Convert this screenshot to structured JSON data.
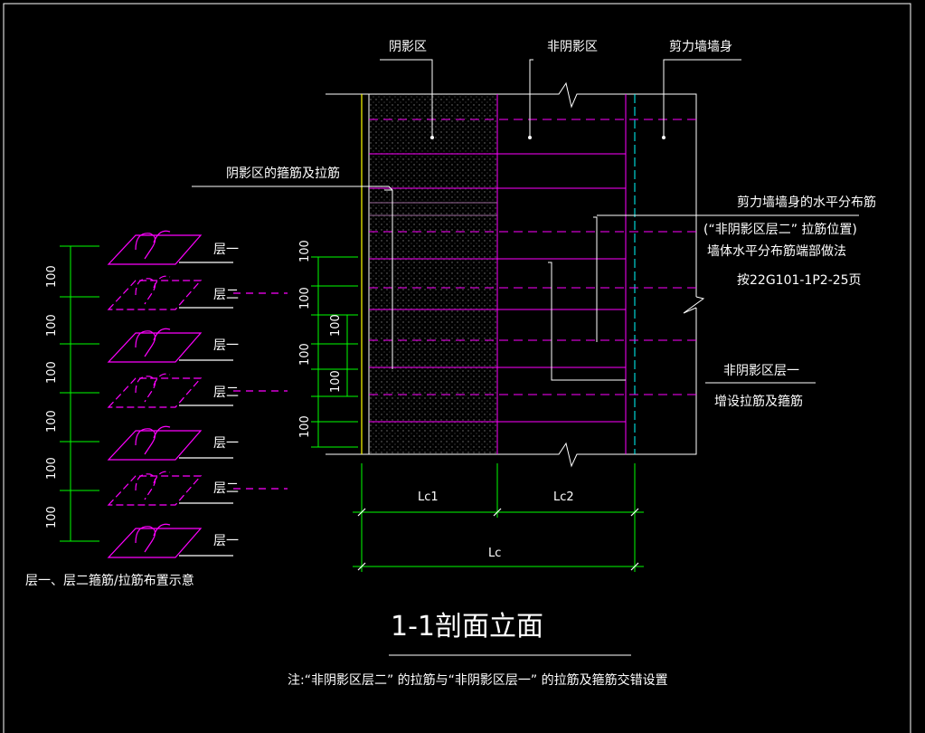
{
  "labels": {
    "shadow_zone": "阴影区",
    "non_shadow_zone": "非阴影区",
    "shear_wall_body": "剪力墙墙身",
    "shadow_stirrups": "阴影区的箍筋及拉筋",
    "wall_horizontal_bars": "剪力墙墙身的水平分布筋",
    "tie_position": "(“非阴影区层二” 拉筋位置)",
    "wall_end_method": "墙体水平分布筋端部做法",
    "reference": "按22G101-1P2-25页",
    "non_shadow_layer1": "非阴影区层一",
    "add_ties": "增设拉筋及箍筋",
    "layer_legend": "层一、层二箍筋/拉筋布置示意",
    "layer1": "层一",
    "layer2": "层二",
    "lc1": "Lc1",
    "lc2": "Lc2",
    "lc": "Lc",
    "spacing": "100"
  },
  "title": "1-1剖面立面",
  "note": "注:“非阴影区层二” 的拉筋与“非阴影区层一” 的拉筋及箍筋交错设置",
  "colors": {
    "background": "#000000",
    "line": "#ffffff",
    "rebar": "#ff00ff",
    "dimension": "#00ff00",
    "axis": "#00ffff",
    "edge": "#ffff00"
  }
}
